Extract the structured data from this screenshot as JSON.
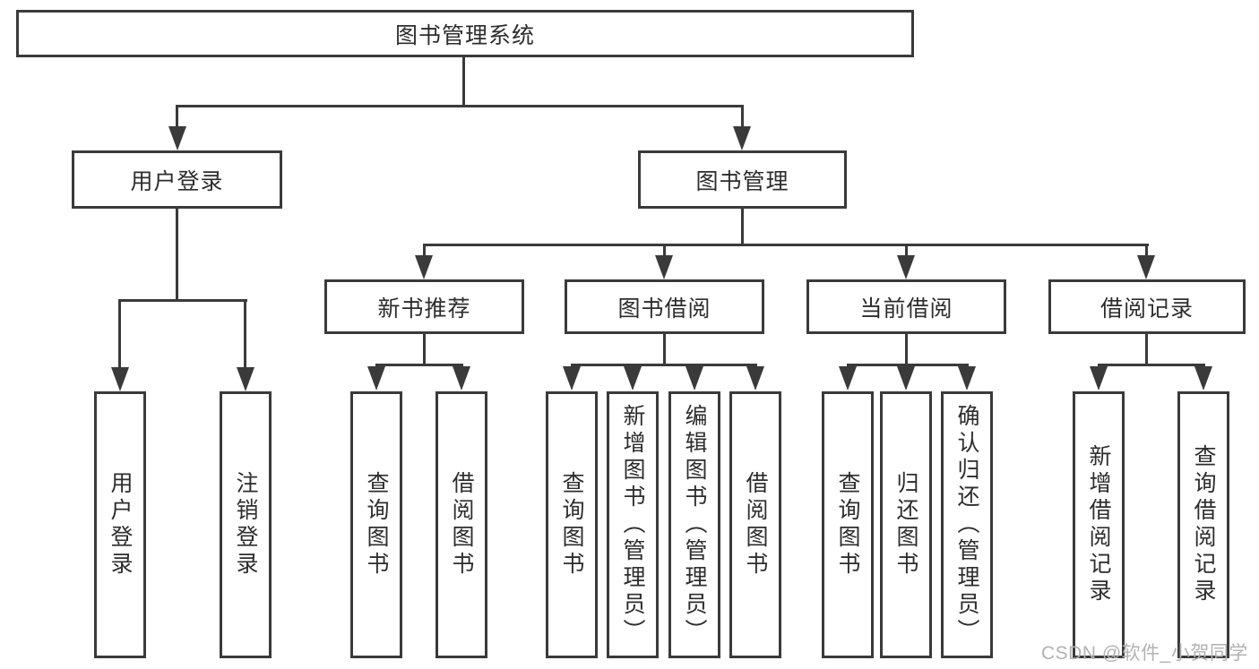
{
  "tree": {
    "root": "图书管理系统",
    "children": [
      {
        "label": "用户登录",
        "children": [
          "用户登录",
          "注销登录"
        ]
      },
      {
        "label": "图书管理",
        "children": [
          {
            "label": "新书推荐",
            "children": [
              "查询图书",
              "借阅图书"
            ]
          },
          {
            "label": "图书借阅",
            "children": [
              "查询图书",
              "新增图书（管理员）",
              "编辑图书（管理员）",
              "借阅图书"
            ]
          },
          {
            "label": "当前借阅",
            "children": [
              "查询图书",
              "归还图书",
              "确认归还（管理员）"
            ]
          },
          {
            "label": "借阅记录",
            "children": [
              "新增借阅记录",
              "查询借阅记录"
            ]
          }
        ]
      }
    ]
  },
  "watermark": "CSDN @软件_小贺同学",
  "colors": {
    "line": "#3a3a3a",
    "text": "#2d2d2d",
    "bg": "#ffffff",
    "watermark": "#b2b2b2"
  }
}
